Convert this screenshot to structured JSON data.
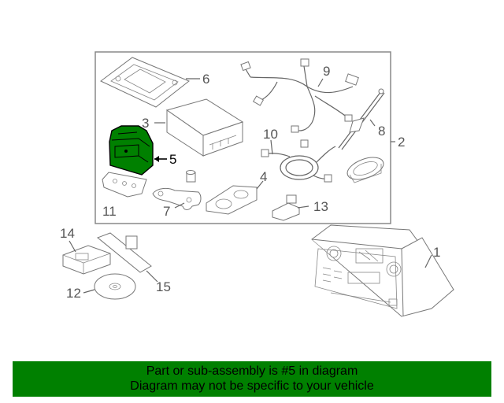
{
  "callouts": [
    {
      "id": "1",
      "label": "1"
    },
    {
      "id": "2",
      "label": "2"
    },
    {
      "id": "3",
      "label": "3"
    },
    {
      "id": "4",
      "label": "4"
    },
    {
      "id": "5",
      "label": "5"
    },
    {
      "id": "6",
      "label": "6"
    },
    {
      "id": "7",
      "label": "7"
    },
    {
      "id": "8",
      "label": "8"
    },
    {
      "id": "9",
      "label": "9"
    },
    {
      "id": "10",
      "label": "10"
    },
    {
      "id": "11",
      "label": "11"
    },
    {
      "id": "12",
      "label": "12"
    },
    {
      "id": "13",
      "label": "13"
    },
    {
      "id": "14",
      "label": "14"
    },
    {
      "id": "15",
      "label": "15"
    }
  ],
  "highlight": {
    "part": "5",
    "color": "#008000"
  },
  "caption": {
    "line1": "Part or sub-assembly is #5 in diagram",
    "line2": "Diagram may not be specific to your vehicle",
    "background": "#008000"
  }
}
